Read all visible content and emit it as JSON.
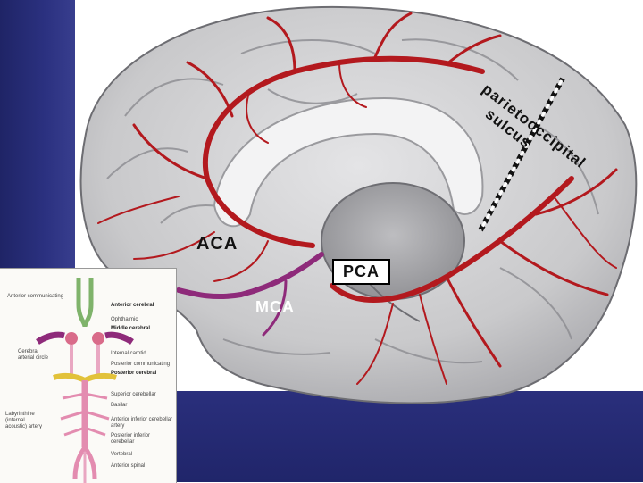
{
  "labels": {
    "aca": "ACA",
    "mca": "MCA",
    "pca": "PCA",
    "sulcus_line1": "parietooccipital",
    "sulcus_line2": "sulcus"
  },
  "inset": {
    "left_labels": [
      "Anterior communicating",
      "Cerebral arterial circle",
      "Labyrinthine (internal acoustic) artery"
    ],
    "right_labels": [
      "Anterior cerebral",
      "Ophthalmic",
      "Middle cerebral",
      "Internal carotid",
      "Posterior communicating",
      "Posterior cerebral",
      "Superior cerebellar",
      "Basilar",
      "Anterior inferior cerebellar artery",
      "Posterior inferior cerebellar",
      "Vertebral",
      "Anterior spinal"
    ]
  },
  "colors": {
    "artery_red": "#b3191e",
    "mca_purple": "#8e2a7a",
    "cortex_gray": "#c9c9cb",
    "slide_blue": "#2a2f7c"
  }
}
